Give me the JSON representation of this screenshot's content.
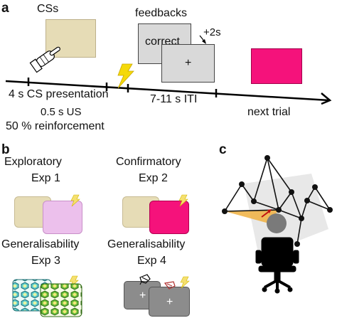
{
  "panel_a": {
    "letter": "a",
    "cs_label": "CSs",
    "feedbacks_label": "feedbacks",
    "correct_label": "correct",
    "plus_2s": "+2s",
    "fixation": "+",
    "timeline": {
      "cs_presentation": "4 s CS presentation",
      "us": "0.5 s US",
      "reinforcement": "50 % reinforcement",
      "iti": "7-11 s ITI",
      "next_trial": "next trial"
    }
  },
  "panel_b": {
    "letter": "b",
    "experiments": [
      {
        "title": "Exploratory",
        "exp": "Exp 1"
      },
      {
        "title": "Confirmatory",
        "exp": "Exp 2"
      },
      {
        "title": "Generalisability",
        "exp": "Exp 3"
      },
      {
        "title": "Generalisability",
        "exp": "Exp 4"
      }
    ],
    "fixation": "+"
  },
  "panel_c": {
    "letter": "c"
  },
  "colors": {
    "cs_beige": "#e6dcb6",
    "cs_pink_light": "#ecc0ec",
    "cs_magenta": "#f5127b",
    "screen_gray": "#d9d9d9",
    "exp4_gray": "#8c8c8c",
    "bolt_yellow": "#f5d90a",
    "gaze_orange": "#f0b040",
    "hex_teal": "#5ccbd0",
    "hex_green": "#6abf3a"
  }
}
